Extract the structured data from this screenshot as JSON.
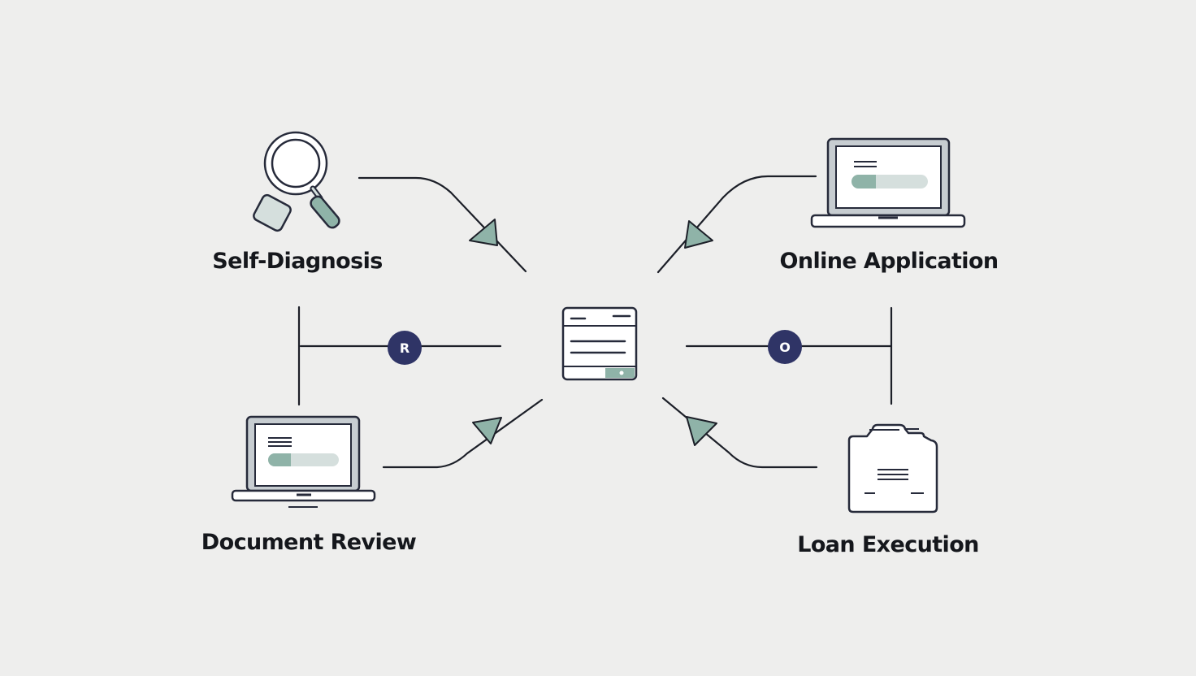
{
  "stages": {
    "self_diagnosis": {
      "label": "Self-Diagnosis",
      "icon": "magnifier-icon"
    },
    "online_application": {
      "label": "Online Application",
      "icon": "laptop-icon"
    },
    "document_review": {
      "label": "Document Review",
      "icon": "laptop-icon"
    },
    "loan_execution": {
      "label": "Loan Execution",
      "icon": "folder-document-icon"
    }
  },
  "hub": {
    "icon": "server-form-icon"
  },
  "badges": {
    "left": "R",
    "right": "O"
  },
  "colors": {
    "background": "#eeeeed",
    "stroke": "#262a3a",
    "accent_teal": "#8fb3a8",
    "accent_light": "#d5dfdd",
    "badge_navy": "#2f3466",
    "text": "#15171c"
  }
}
